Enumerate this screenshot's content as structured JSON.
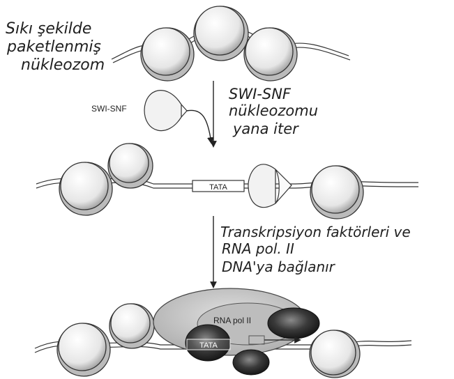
{
  "labels": {
    "top_left_note": [
      "Sıkı şekilde",
      "paketlenmiş",
      "nükleozom"
    ],
    "remodeler": "SWI-SNF",
    "step1_note": [
      "SWI-SNF",
      "nükleozomu",
      "yana iter"
    ],
    "tata_middle": "TATA",
    "step2_note": [
      "Transkripsiyon faktörleri ve",
      "RNA pol. II",
      "DNA'ya bağlanır"
    ],
    "rna_pol": "RNA pol II",
    "tata_bottom": "TATA"
  },
  "colors": {
    "ink": "#1f1f1f",
    "nucleosome_fill": "#e9e9e9",
    "complex_light": "#c9c9c9",
    "complex_dark": "#2b2b2b"
  }
}
